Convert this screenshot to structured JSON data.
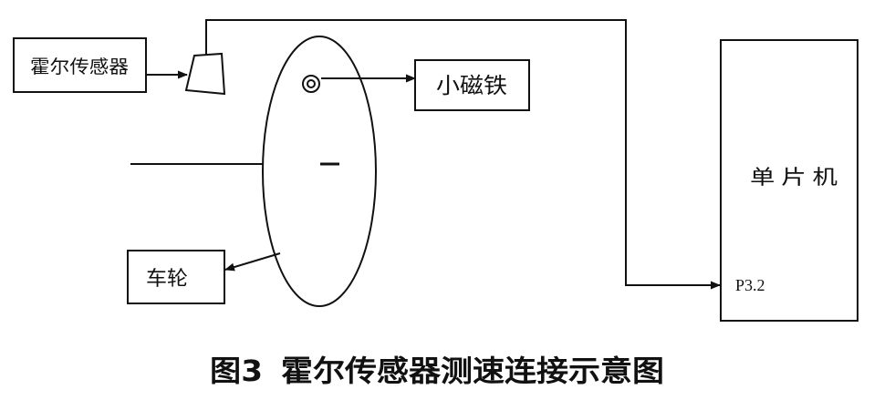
{
  "diagram": {
    "hall_sensor_label": "霍尔传感器",
    "magnet_label": "小磁铁",
    "wheel_label": "车轮",
    "mcu_label": "单 片 机",
    "mcu_pin_label": "P3.2"
  },
  "caption": {
    "figure_number": "图3",
    "title": "霍尔传感器测速连接示意图"
  },
  "colors": {
    "line": "#111111",
    "background": "#ffffff"
  }
}
